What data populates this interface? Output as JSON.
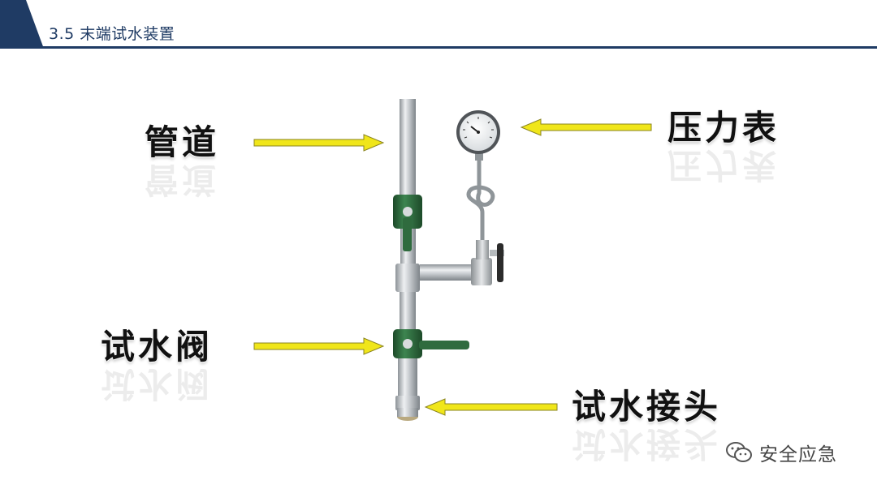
{
  "header": {
    "title": "3.5 末端试水装置"
  },
  "labels": {
    "pipe": "管道",
    "pressure_gauge": "压力表",
    "test_valve": "试水阀",
    "test_connector": "试水接头"
  },
  "watermark": {
    "text": "安全应急",
    "icon": "wechat-icon"
  },
  "colors": {
    "header_navy": "#1f3b64",
    "arrow_yellow": "#f0e61a",
    "valve_green": "#2f6b3e",
    "pipe_silver": "#c9cdd1"
  }
}
